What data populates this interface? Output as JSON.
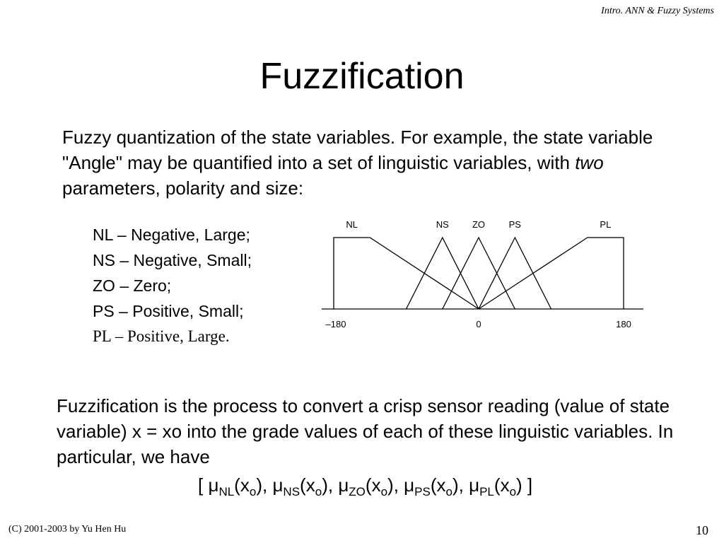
{
  "header_note": "Intro. ANN & Fuzzy Systems",
  "title": "Fuzzification",
  "intro": {
    "part1": "Fuzzy quantization of the state variables. For example, the state variable \"Angle\" may be quantified into a set of linguistic variables, with ",
    "emphasis": "two",
    "part2": " parameters, polarity and size:"
  },
  "legend": [
    "NL – Negative, Large;",
    "NS – Negative, Small;",
    "ZO – Zero;",
    "PS – Positive, Small;",
    "PL – Positive, Large."
  ],
  "chart_data": {
    "type": "line",
    "x_range": [
      -180,
      180
    ],
    "y_range": [
      0,
      1
    ],
    "x_ticks": [
      "–180",
      "0",
      "180"
    ],
    "x_tick_values": [
      -180,
      0,
      180
    ],
    "series": [
      {
        "name": "NL",
        "x": [
          -180,
          -180,
          -135,
          0
        ],
        "y": [
          0,
          1,
          1,
          0
        ]
      },
      {
        "name": "NS",
        "x": [
          -90,
          -45,
          0
        ],
        "y": [
          0,
          1,
          0
        ]
      },
      {
        "name": "ZO",
        "x": [
          -45,
          0,
          45
        ],
        "y": [
          0,
          1,
          0
        ]
      },
      {
        "name": "PS",
        "x": [
          0,
          45,
          90
        ],
        "y": [
          0,
          1,
          0
        ]
      },
      {
        "name": "PL",
        "x": [
          0,
          135,
          180,
          180
        ],
        "y": [
          0,
          1,
          1,
          0
        ]
      }
    ]
  },
  "body": {
    "text": "Fuzzification is the process to convert a crisp sensor reading (value of state variable) x = xo into the grade values of each of these linguistic variables.   In particular, we have"
  },
  "formula": {
    "open": "[ ",
    "close": " ]",
    "mu": "μ",
    "arg": "x",
    "arg_sub": "o",
    "terms": [
      "NL",
      "NS",
      "ZO",
      "PS",
      "PL"
    ]
  },
  "footer": {
    "copyright": "(C) 2001-2003 by Yu Hen Hu",
    "page_number": "10"
  }
}
